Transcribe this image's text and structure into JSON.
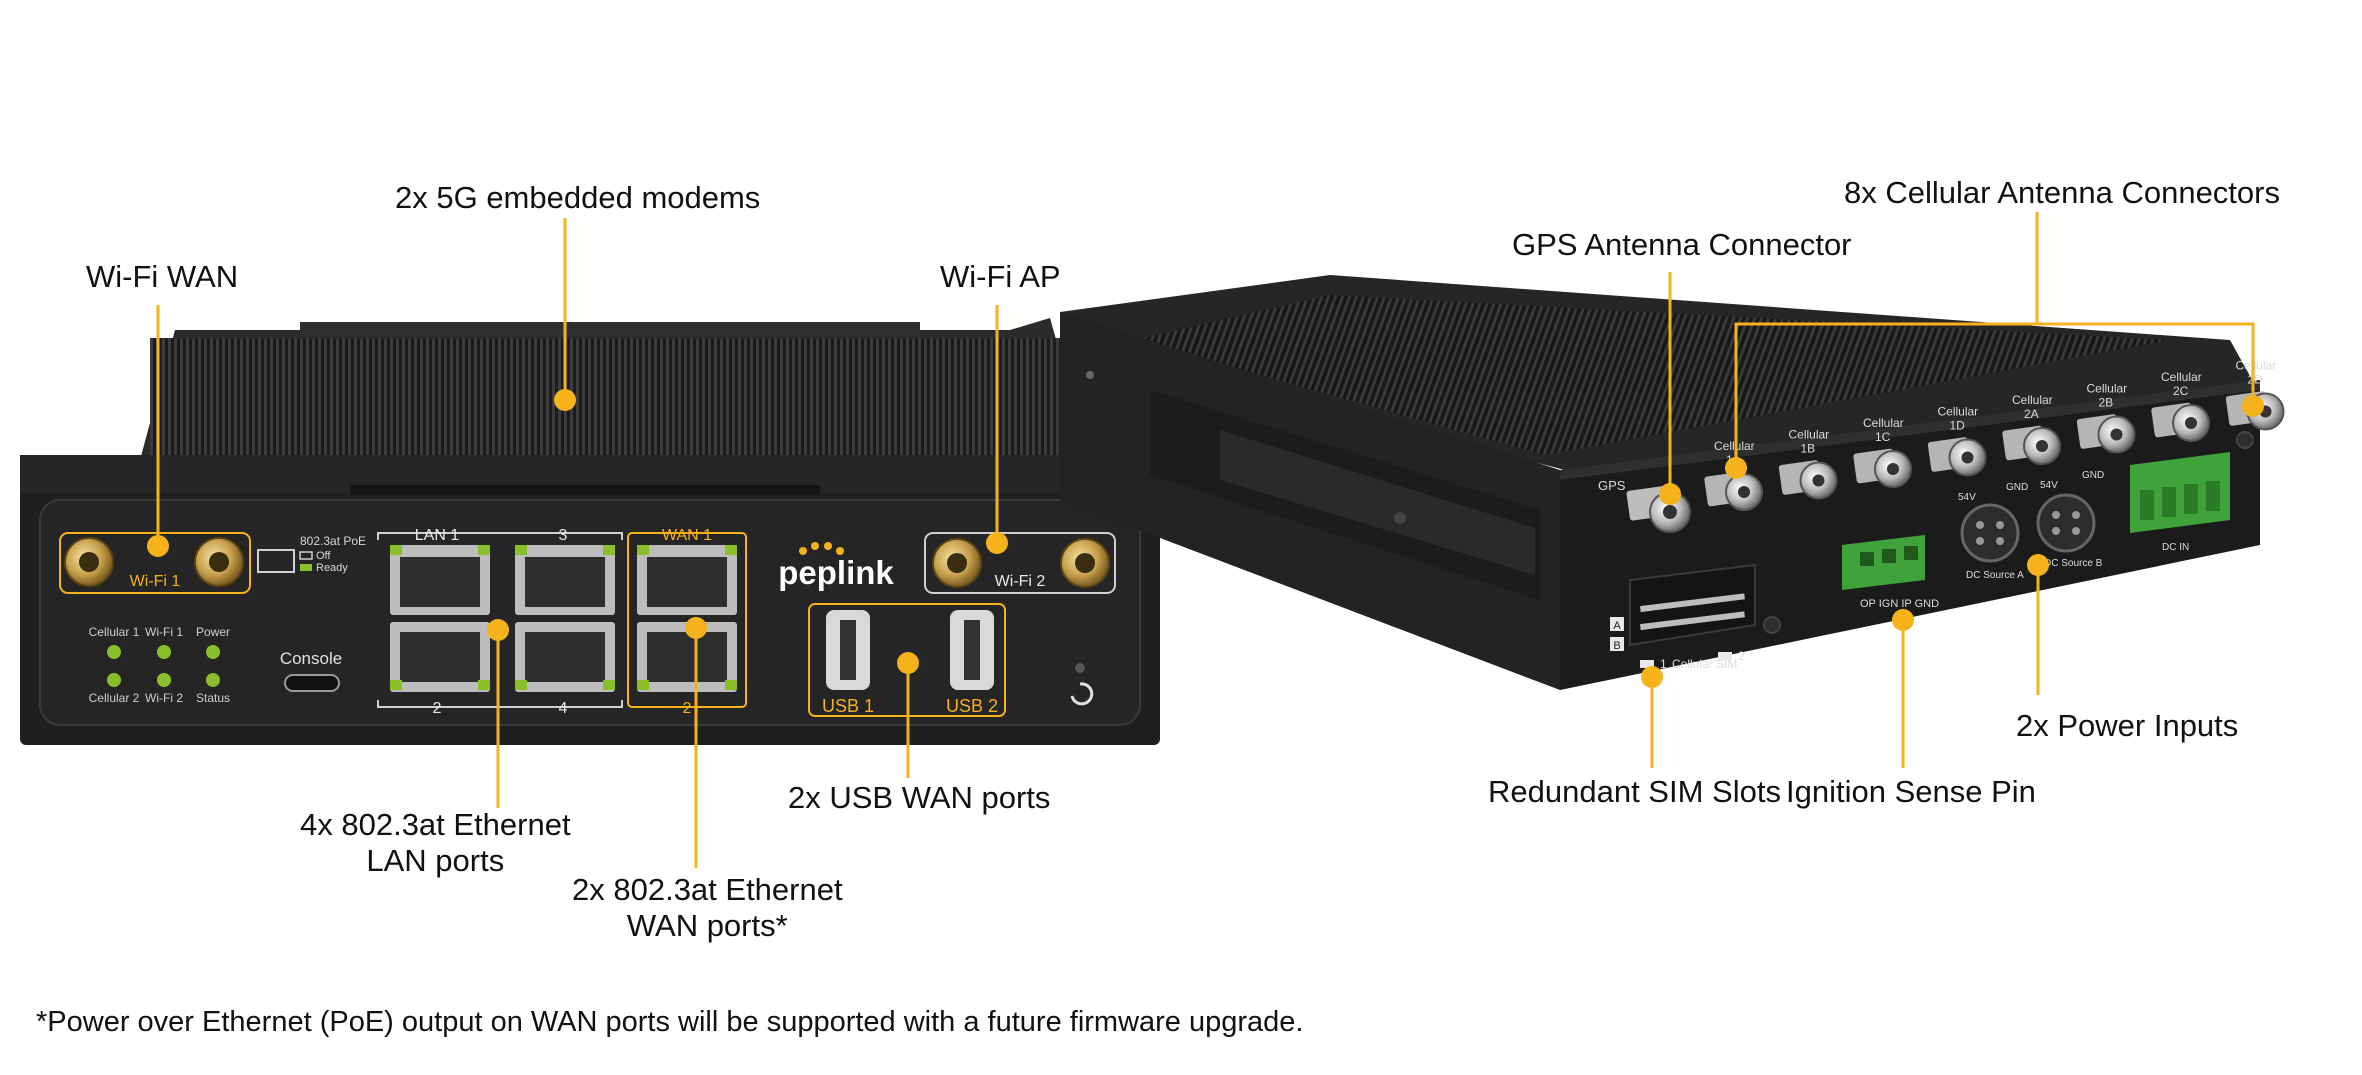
{
  "callouts": {
    "wifi_wan": "Wi-Fi WAN",
    "modems": "2x 5G embedded modems",
    "wifi_ap": "Wi-Fi AP",
    "lan_ports_line1": "4x 802.3at Ethernet",
    "lan_ports_line2": "LAN ports",
    "wan_ports_line1": "2x 802.3at Ethernet",
    "wan_ports_line2": "WAN ports*",
    "usb_wan": "2x USB WAN ports",
    "gps": "GPS Antenna Connector",
    "cellular": "8x Cellular Antenna Connectors",
    "sim": "Redundant SIM Slots",
    "ignition": "Ignition Sense Pin",
    "power": "2x Power Inputs"
  },
  "footnote": "*Power over Ethernet (PoE) output on WAN ports will be supported with a future firmware upgrade.",
  "front_panel": {
    "wifi1": "Wi-Fi 1",
    "wifi2": "Wi-Fi 2",
    "poe_title": "802.3at PoE",
    "poe_off": "Off",
    "poe_ready": "Ready",
    "leds": [
      "Cellular 1",
      "Wi-Fi 1",
      "Power",
      "Cellular 2",
      "Wi-Fi 2",
      "Status"
    ],
    "console": "Console",
    "lan_header": "LAN 1",
    "lan_3": "3",
    "lan_2": "2",
    "lan_4": "4",
    "wan_header": "WAN 1",
    "wan_2": "2",
    "brand": "peplink",
    "usb1": "USB 1",
    "usb2": "USB 2"
  },
  "rear_panel": {
    "gps": "GPS",
    "cellular_labels": [
      "Cellular 1A",
      "Cellular 1B",
      "Cellular 1C",
      "Cellular 1D",
      "Cellular 2A",
      "Cellular 2B",
      "Cellular 2C",
      "Cellular 2D"
    ],
    "ignition_label": "OP IGN IP GND",
    "dc_a": "DC Source A",
    "dc_b": "DC Source B",
    "dc_in": "DC IN",
    "sim_label": "Cellular SIM",
    "sim_1": "1",
    "sim_2": "2",
    "sim_a": "A",
    "sim_b": "B"
  },
  "colors": {
    "accent": "#F5B21B",
    "chassis": "#1f1f1f",
    "panel": "#2a2a2a",
    "led": "#8bbf2a",
    "terminal": "#3fa23a"
  }
}
